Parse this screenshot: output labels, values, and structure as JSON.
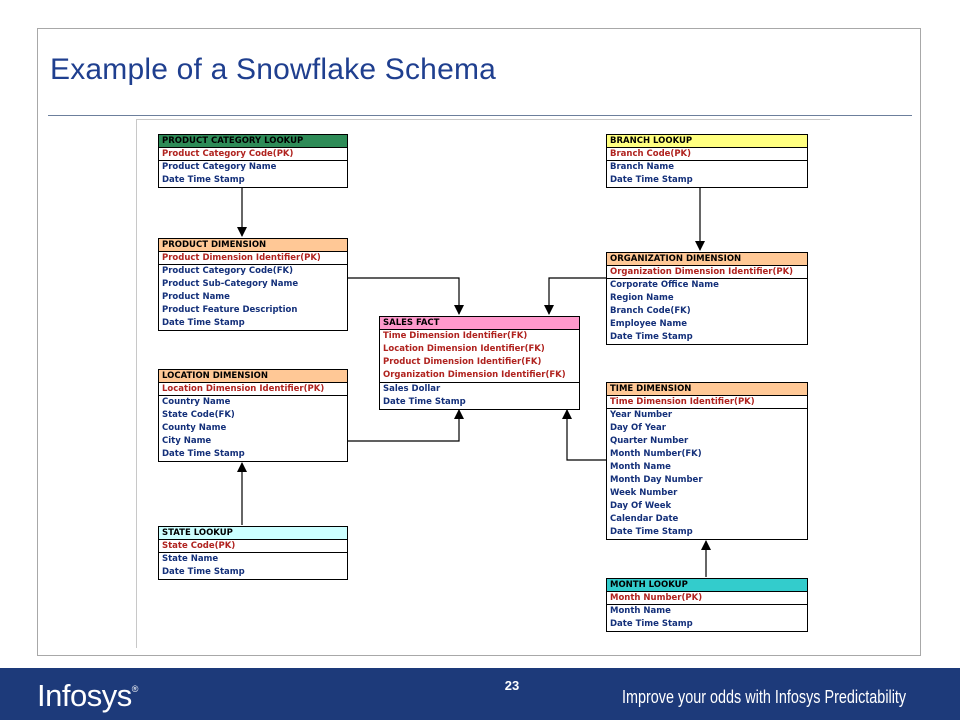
{
  "slide": {
    "title": "Example of a Snowflake Schema",
    "page_number": "23",
    "footer": {
      "logo_text": "Infosys",
      "logo_mark": "®",
      "tagline": "Improve your odds with Infosys Predictability"
    }
  },
  "colors": {
    "title": "#1f3f8f",
    "footer_bg": "#1d3a7a",
    "product_category_header": "#2e8b57",
    "branch_header": "#ffff80",
    "dimension_header": "#ffc896",
    "sales_fact_header": "#ff99cc",
    "state_header": "#ccffff",
    "month_header": "#33cccc",
    "pk_text": "#b0231f",
    "attribute_text": "#14307a"
  },
  "tables": {
    "product_category_lookup": {
      "name": "PRODUCT CATEGORY LOOKUP",
      "pk": "Product Category Code(PK)",
      "fields": [
        "Product Category Name",
        "Date Time Stamp"
      ]
    },
    "product_dimension": {
      "name": "PRODUCT DIMENSION",
      "pk": "Product Dimension Identifier(PK)",
      "fields": [
        "Product Category Code(FK)",
        "Product Sub-Category Name",
        "Product Name",
        "Product Feature Description",
        "Date Time Stamp"
      ]
    },
    "location_dimension": {
      "name": "LOCATION DIMENSION",
      "pk": "Location Dimension Identifier(PK)",
      "fields": [
        "Country Name",
        "State Code(FK)",
        "County Name",
        "City Name",
        "Date Time Stamp"
      ]
    },
    "state_lookup": {
      "name": "STATE LOOKUP",
      "pk": "State Code(PK)",
      "fields": [
        "State Name",
        "Date Time Stamp"
      ]
    },
    "sales_fact": {
      "name": "SALES FACT",
      "keys": [
        "Time Dimension Identifier(FK)",
        "Location Dimension Identifier(FK)",
        "Product Dimension Identifier(FK)",
        "Organization Dimension Identifier(FK)"
      ],
      "fields": [
        "Sales Dollar",
        "Date Time Stamp"
      ]
    },
    "branch_lookup": {
      "name": "BRANCH LOOKUP",
      "pk": "Branch Code(PK)",
      "fields": [
        "Branch Name",
        "Date Time Stamp"
      ]
    },
    "organization_dimension": {
      "name": "ORGANIZATION DIMENSION",
      "pk": "Organization Dimension Identifier(PK)",
      "fields": [
        "Corporate Office Name",
        "Region Name",
        "Branch Code(FK)",
        "Employee Name",
        "Date Time Stamp"
      ]
    },
    "time_dimension": {
      "name": "TIME DIMENSION",
      "pk": "Time Dimension Identifier(PK)",
      "fields": [
        "Year Number",
        "Day Of Year",
        "Quarter Number",
        "Month Number(FK)",
        "Month Name",
        "Month Day Number",
        "Week Number",
        "Day Of Week",
        "Calendar Date",
        "Date Time Stamp"
      ]
    },
    "month_lookup": {
      "name": "MONTH LOOKUP",
      "pk": "Month Number(PK)",
      "fields": [
        "Month Name",
        "Date Time Stamp"
      ]
    }
  }
}
